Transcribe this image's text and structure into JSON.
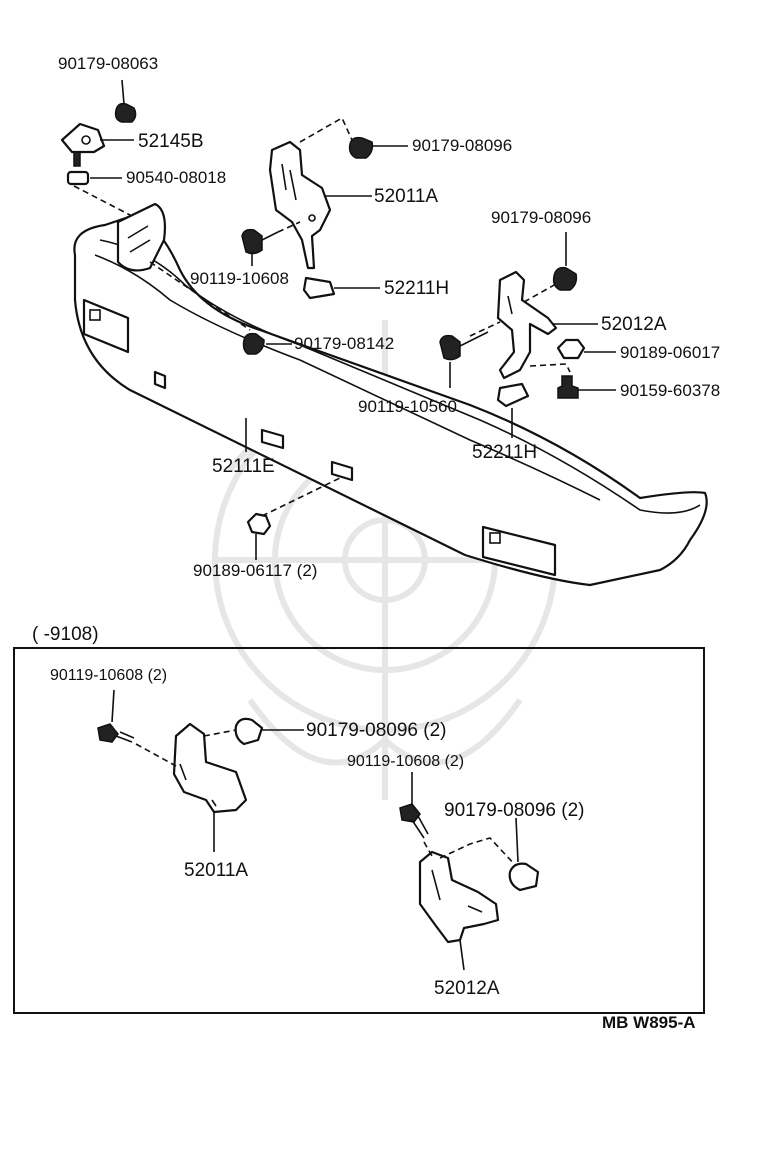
{
  "labels": {
    "p90179_08063": "90179-08063",
    "p52145B": "52145B",
    "p90540_08018": "90540-08018",
    "p90179_08096_top": "90179-08096",
    "p52011A_top": "52011A",
    "p90179_08096_right": "90179-08096",
    "p90119_10608_top": "90119-10608",
    "p52211H_top": "52211H",
    "p52012A_top": "52012A",
    "p90179_08142": "90179-08142",
    "p90189_06017": "90189-06017",
    "p90119_10560": "90119-10560",
    "p90159_60378": "90159-60378",
    "p52111E": "52111E",
    "p52211H_bottom": "52211H",
    "p90189_06117": "90189-06117 (2)",
    "inset_title": "(        -9108)",
    "i_90119_10608_a": "90119-10608 (2)",
    "i_90179_08096_a": "90179-08096 (2)",
    "i_90119_10608_b": "90119-10608 (2)",
    "i_90179_08096_b": "90179-08096 (2)",
    "i_52011A": "52011A",
    "i_52012A": "52012A",
    "diagram_code": "MB W895-A"
  }
}
